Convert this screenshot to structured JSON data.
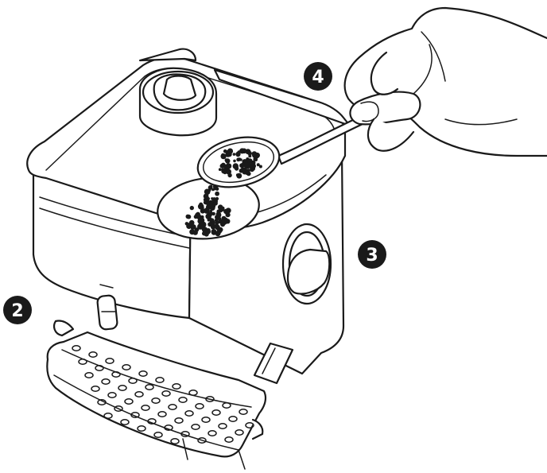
{
  "figure": {
    "callouts": [
      {
        "id": "step-2",
        "label": "2"
      },
      {
        "id": "step-3",
        "label": "3"
      },
      {
        "id": "step-4",
        "label": "4"
      }
    ],
    "colors": {
      "line": "#1a1a1a",
      "badge": "#1a1a1a",
      "background": "#ffffff"
    }
  }
}
